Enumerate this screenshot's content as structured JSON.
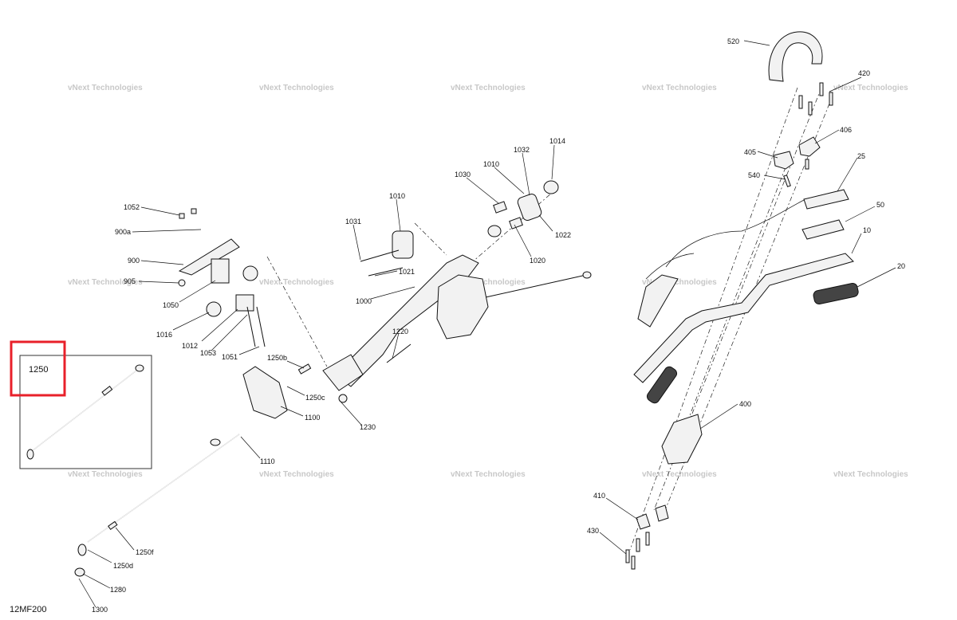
{
  "diagram_code": "12MF200",
  "highlight_label": "1250",
  "watermark": "vNext Technologies",
  "labels": {
    "p520": "520",
    "p420": "420",
    "p406": "406",
    "p405": "405",
    "p540": "540",
    "p25": "25",
    "p50": "50",
    "p10": "10",
    "p20": "20",
    "p400": "400",
    "p410": "410",
    "p430": "430",
    "p1014": "1014",
    "p1032": "1032",
    "p1010a": "1010",
    "p1030": "1030",
    "p1010b": "1010",
    "p1022": "1022",
    "p1020": "1020",
    "p1031": "1031",
    "p1021": "1021",
    "p1000": "1000",
    "p1220": "1220",
    "p1230": "1230",
    "p1052": "1052",
    "p900a": "900a",
    "p900": "900",
    "p905": "905",
    "p1050": "1050",
    "p1016": "1016",
    "p1012": "1012",
    "p1053": "1053",
    "p1051": "1051",
    "p1250b": "1250b",
    "p1250c": "1250c",
    "p1100": "1100",
    "p1110": "1110",
    "p1250f": "1250f",
    "p1250d": "1250d",
    "p1280": "1280",
    "p1300": "1300"
  }
}
